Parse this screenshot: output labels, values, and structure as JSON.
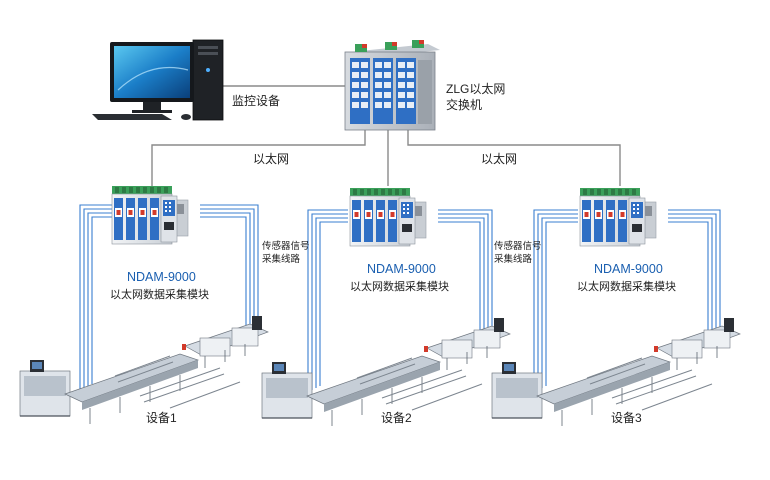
{
  "labels": {
    "monitor": "监控设备",
    "switch_line1": "ZLG以太网",
    "switch_line2": "交换机",
    "ethernet_left": "以太网",
    "ethernet_right": "以太网",
    "sensor_left_line1": "传感器信号",
    "sensor_left_line2": "采集线路",
    "sensor_right_line1": "传感器信号",
    "sensor_right_line2": "采集线路"
  },
  "modules": [
    {
      "model": "NDAM-9000",
      "desc": "以太网数据采集模块"
    },
    {
      "model": "NDAM-9000",
      "desc": "以太网数据采集模块"
    },
    {
      "model": "NDAM-9000",
      "desc": "以太网数据采集模块"
    }
  ],
  "devices": [
    {
      "label": "设备1"
    },
    {
      "label": "设备2"
    },
    {
      "label": "设备3"
    }
  ],
  "colors": {
    "ethernet_line": "#8a8a8a",
    "sensor_line": "#3a7fd0",
    "model_text": "#1a5fb0",
    "module_blue": "#2f6fc4",
    "module_red": "#d23a2a",
    "module_green": "#3aa05a"
  }
}
